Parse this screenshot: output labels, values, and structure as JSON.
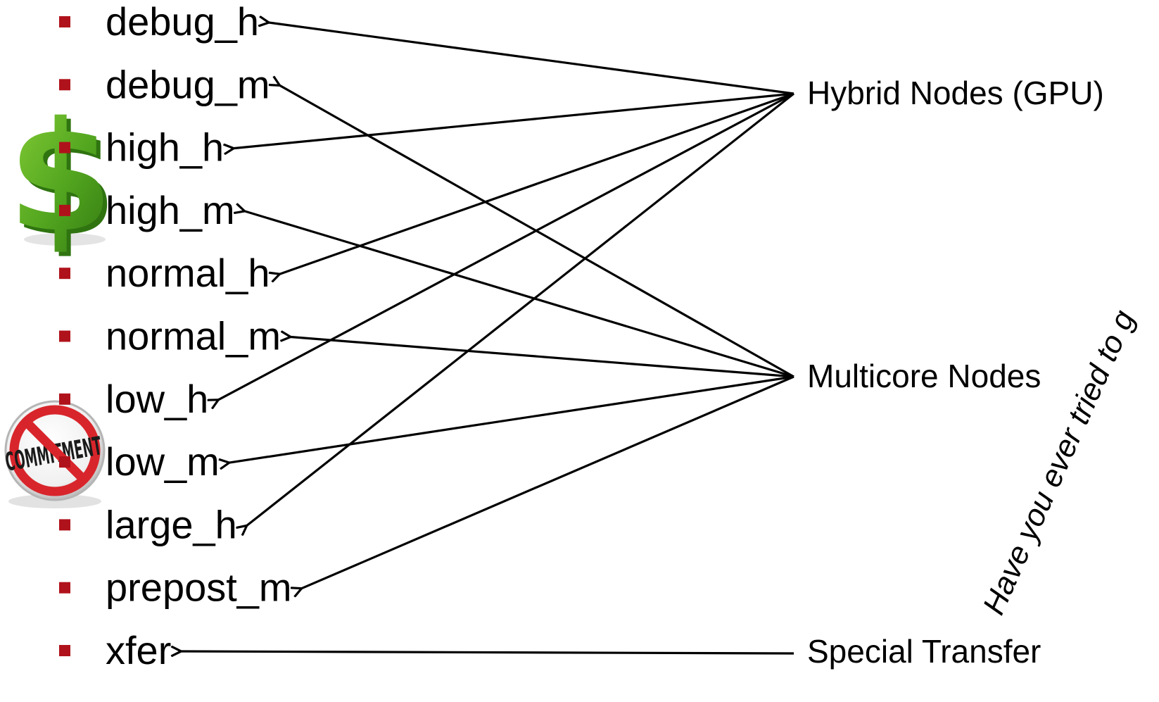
{
  "queues": [
    "debug_h",
    "debug_m",
    "high_h",
    "high_m",
    "normal_h",
    "normal_m",
    "low_h",
    "low_m",
    "large_h",
    "prepost_m",
    "xfer"
  ],
  "targets": {
    "hybrid": "Hybrid Nodes (GPU)",
    "multicore": "Multicore Nodes",
    "transfer": "Special Transfer"
  },
  "edges": [
    {
      "from": "hybrid",
      "to": "debug_h"
    },
    {
      "from": "hybrid",
      "to": "high_h"
    },
    {
      "from": "hybrid",
      "to": "normal_h"
    },
    {
      "from": "hybrid",
      "to": "low_h"
    },
    {
      "from": "hybrid",
      "to": "large_h"
    },
    {
      "from": "multicore",
      "to": "debug_m"
    },
    {
      "from": "multicore",
      "to": "high_m"
    },
    {
      "from": "multicore",
      "to": "normal_m"
    },
    {
      "from": "multicore",
      "to": "low_m"
    },
    {
      "from": "multicore",
      "to": "prepost_m"
    },
    {
      "from": "transfer",
      "to": "xfer"
    }
  ],
  "rotated_note": "Have you ever tried to g",
  "icons": {
    "dollar": "dollar-sign-icon",
    "no_commitment": "no-commitment-icon",
    "commitment_text": "COMMITMENT"
  },
  "colors": {
    "bullet": "#b0121b",
    "dollar_green": "#4f9f1e",
    "no_sign_red": "#d8252b"
  }
}
